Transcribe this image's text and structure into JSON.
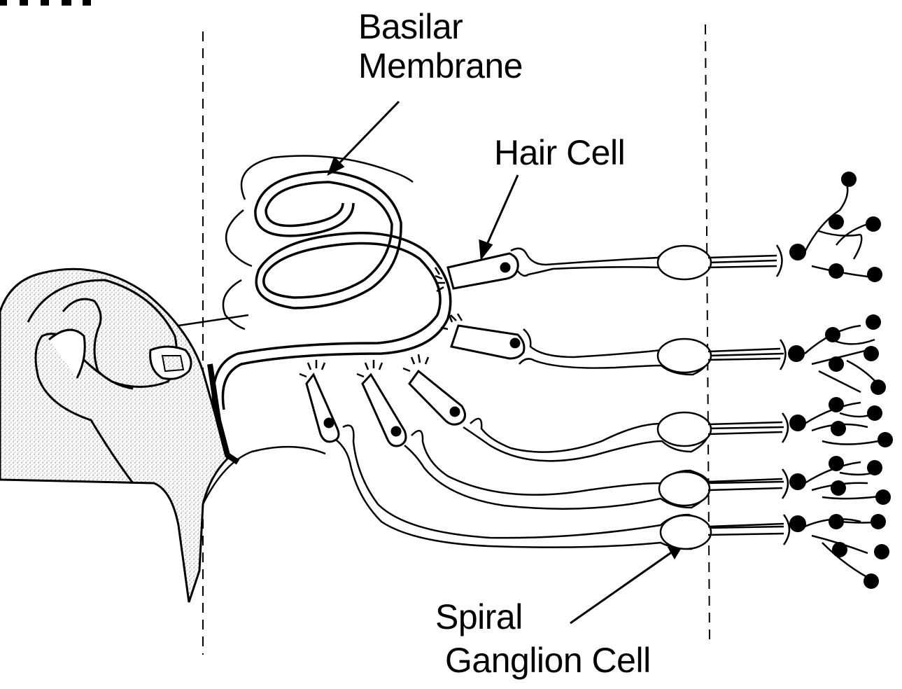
{
  "labels": {
    "basilar_membrane": [
      "Basilar",
      "Membrane"
    ],
    "hair_cell": "Hair Cell",
    "spiral_ganglion_cell": [
      "Spiral",
      "Ganglion Cell"
    ]
  },
  "colors": {
    "ink": "#000000",
    "paper": "#ffffff",
    "stipple": "#bcbcbc"
  }
}
